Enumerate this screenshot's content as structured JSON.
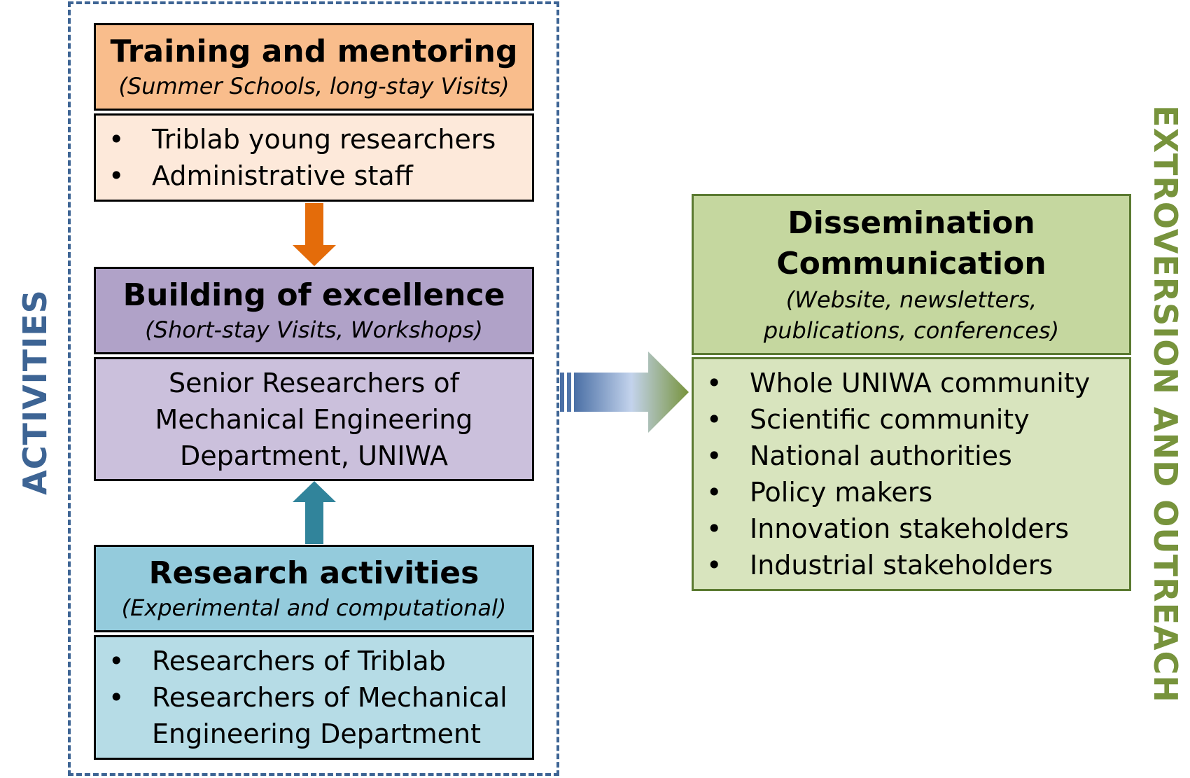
{
  "side_labels": {
    "left": "ACTIVITIES",
    "right": "EXTROVERSION AND OUTREACH"
  },
  "training": {
    "title": "Training and mentoring",
    "subtitle": "(Summer Schools, long-stay Visits)",
    "items": [
      "Triblab young researchers",
      "Administrative staff"
    ]
  },
  "excellence": {
    "title": "Building of excellence",
    "subtitle": "(Short-stay Visits,  Workshops)",
    "body": [
      "Senior Researchers of",
      "Mechanical Engineering",
      "Department, UNIWA"
    ]
  },
  "research": {
    "title": "Research activities",
    "subtitle": "(Experimental and computational)",
    "items": [
      "Researchers of Triblab",
      "Researchers of Mechanical",
      "Engineering Department"
    ]
  },
  "dissemination": {
    "title_line1": "Dissemination",
    "title_line2": "Communication",
    "subtitle_line1": "(Website, newsletters,",
    "subtitle_line2": "publications, conferences)",
    "items": [
      "Whole UNIWA community",
      "Scientific community",
      "National authorities",
      "Policy makers",
      "Innovation stakeholders",
      "Industrial stakeholders"
    ]
  },
  "colors": {
    "frame": "#3d6494",
    "training_header": "#f9bd8c",
    "training_body": "#fde9da",
    "excellence_header": "#b0a2c8",
    "excellence_body": "#cbc0dc",
    "research_header": "#94cbdc",
    "research_body": "#b6dce6",
    "dissemination_header": "#c5d79f",
    "dissemination_body": "#d8e4be",
    "arrow_orange": "#e46c0a",
    "arrow_teal": "#31849b",
    "outreach_label": "#77933c"
  }
}
